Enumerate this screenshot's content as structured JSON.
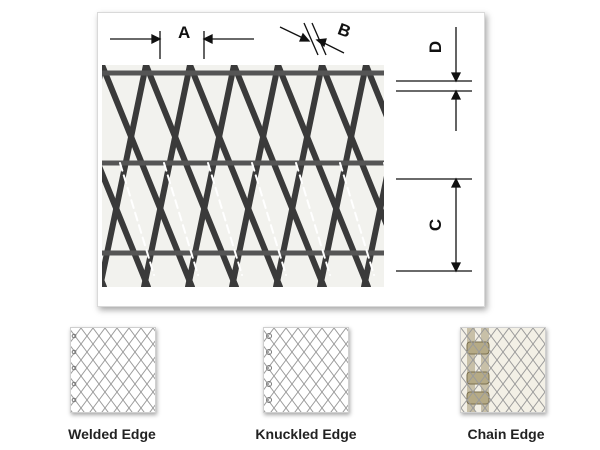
{
  "dimensions": {
    "a_label": "A",
    "b_label": "B",
    "c_label": "C",
    "d_label": "D"
  },
  "edges": [
    {
      "caption": "Welded Edge",
      "icon": "welded-edge-mesh-icon"
    },
    {
      "caption": "Knuckled Edge",
      "icon": "knuckled-edge-mesh-icon"
    },
    {
      "caption": "Chain Edge",
      "icon": "chain-edge-mesh-icon"
    }
  ],
  "colors": {
    "wire": "#3a3a3a",
    "mesh_background": "#f2f2ee",
    "dim_line": "#111111",
    "thumb_wire": "#9a9a9a"
  }
}
